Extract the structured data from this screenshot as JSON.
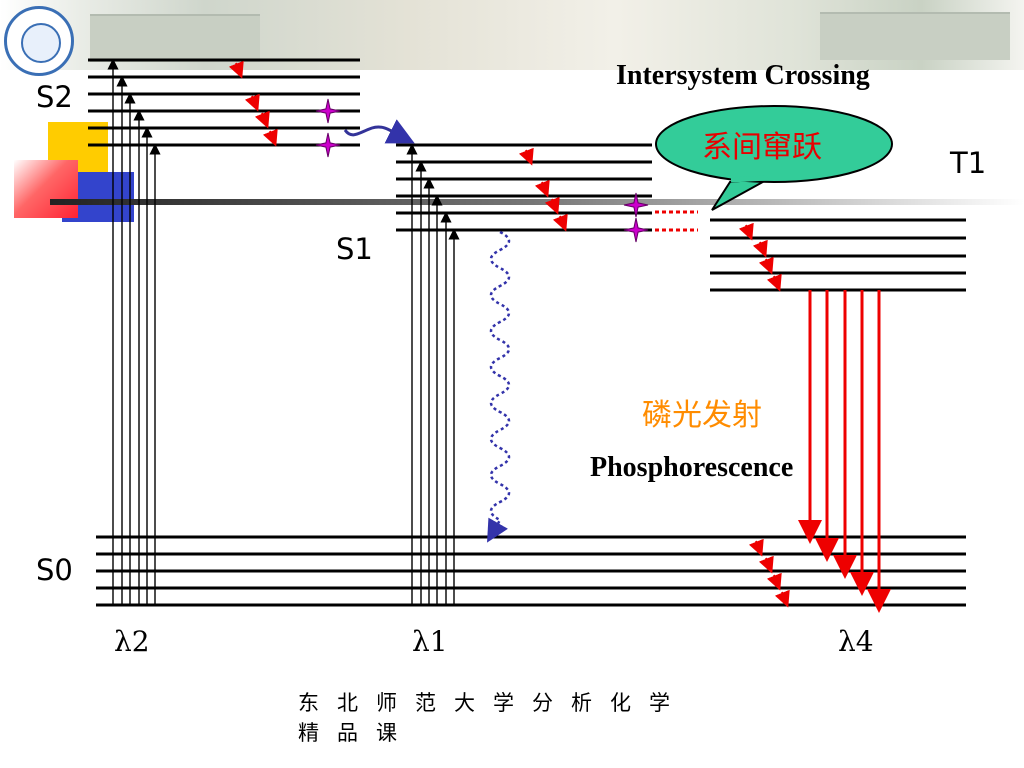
{
  "labels": {
    "s2": "S2",
    "s1": "S1",
    "s0": "S0",
    "t1": "T1",
    "lambda2": "λ2",
    "lambda1": "λ1",
    "lambda4": "λ4"
  },
  "annotations": {
    "intersystem_crossing": "Intersystem Crossing",
    "bubble_cn": "系间窜跃",
    "phosphorescence_cn": "磷光发射",
    "phosphorescence": "Phosphorescence"
  },
  "footer": {
    "line1": "东北师范大学分析化学",
    "line2": "精品课"
  },
  "colors": {
    "levels": "#000000",
    "relaxation": "#ee0000",
    "phosphorescence_arrow": "#ee0000",
    "crossing_marker": "#cc00cc",
    "wavy_line": "#3333aa",
    "bubble_fill": "#33cc99",
    "phosphorescence_cn": "#ff8c00"
  }
}
